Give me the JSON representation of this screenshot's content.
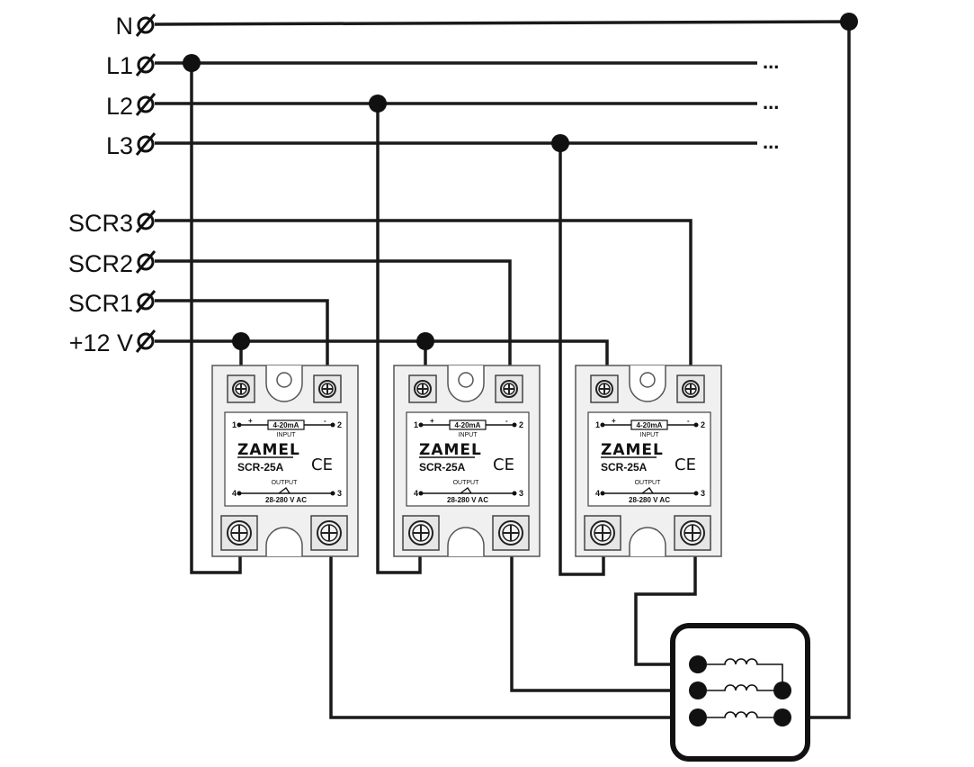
{
  "terminals": [
    {
      "label": "N"
    },
    {
      "label": "L1"
    },
    {
      "label": "L2"
    },
    {
      "label": "L3"
    },
    {
      "label": "SCR3"
    },
    {
      "label": "SCR2"
    },
    {
      "label": "SCR1"
    },
    {
      "label": "+12 V"
    }
  ],
  "terminal_symbol": "Ø",
  "continuation": "...",
  "relays": [
    {
      "brand": "ZAMEL",
      "model": "SCR-25A",
      "input_rating": "4-20mA",
      "input_label": "INPUT",
      "output_label": "OUTPUT",
      "output_rating": "28-280 V AC",
      "ce": "CE",
      "pin1": "1",
      "pin2": "2",
      "pin3": "3",
      "pin4": "4",
      "plus": "+",
      "minus": "-"
    },
    {
      "brand": "ZAMEL",
      "model": "SCR-25A",
      "input_rating": "4-20mA",
      "input_label": "INPUT",
      "output_label": "OUTPUT",
      "output_rating": "28-280 V AC",
      "ce": "CE",
      "pin1": "1",
      "pin2": "2",
      "pin3": "3",
      "pin4": "4",
      "plus": "+",
      "minus": "-"
    },
    {
      "brand": "ZAMEL",
      "model": "SCR-25A",
      "input_rating": "4-20mA",
      "input_label": "INPUT",
      "output_label": "OUTPUT",
      "output_rating": "28-280 V AC",
      "ce": "CE",
      "pin1": "1",
      "pin2": "2",
      "pin3": "3",
      "pin4": "4",
      "plus": "+",
      "minus": "-"
    }
  ]
}
